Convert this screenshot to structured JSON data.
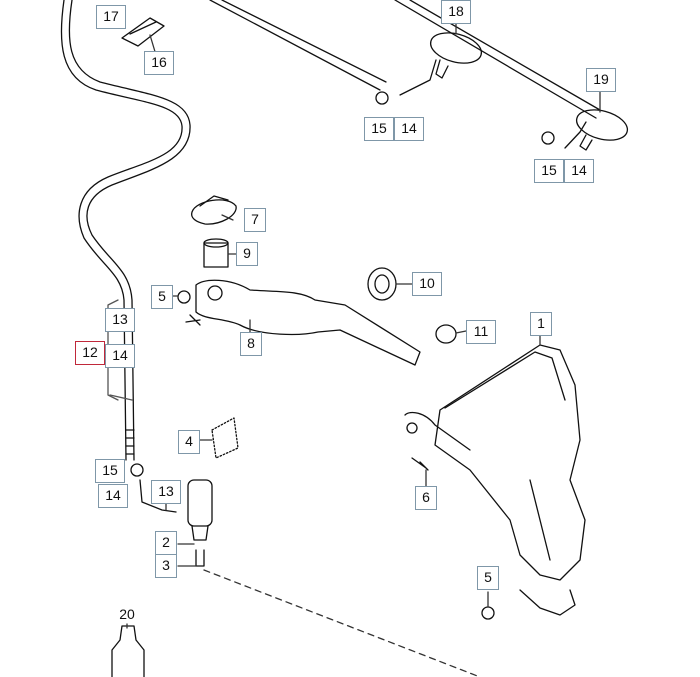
{
  "diagram": {
    "callouts": [
      {
        "id": "c17",
        "label": "17"
      },
      {
        "id": "c16",
        "label": "16"
      },
      {
        "id": "c18",
        "label": "18"
      },
      {
        "id": "c15a",
        "label": "15"
      },
      {
        "id": "c14a",
        "label": "14"
      },
      {
        "id": "c19",
        "label": "19"
      },
      {
        "id": "c15b",
        "label": "15"
      },
      {
        "id": "c14b",
        "label": "14"
      },
      {
        "id": "c7",
        "label": "7"
      },
      {
        "id": "c9",
        "label": "9"
      },
      {
        "id": "c5a",
        "label": "5"
      },
      {
        "id": "c10",
        "label": "10"
      },
      {
        "id": "c11",
        "label": "11"
      },
      {
        "id": "c8",
        "label": "8"
      },
      {
        "id": "c1",
        "label": "1"
      },
      {
        "id": "c13a",
        "label": "13"
      },
      {
        "id": "c12",
        "label": "12"
      },
      {
        "id": "c14c",
        "label": "14"
      },
      {
        "id": "c4",
        "label": "4"
      },
      {
        "id": "c6",
        "label": "6"
      },
      {
        "id": "c15c",
        "label": "15"
      },
      {
        "id": "c14d",
        "label": "14"
      },
      {
        "id": "c13b",
        "label": "13"
      },
      {
        "id": "c2",
        "label": "2"
      },
      {
        "id": "c3",
        "label": "3"
      },
      {
        "id": "c5b",
        "label": "5"
      },
      {
        "id": "c20",
        "label": "20"
      }
    ],
    "colors": {
      "line": "#111111",
      "callout_border": "#7f97a8",
      "highlight_border": "#c0283a"
    }
  }
}
